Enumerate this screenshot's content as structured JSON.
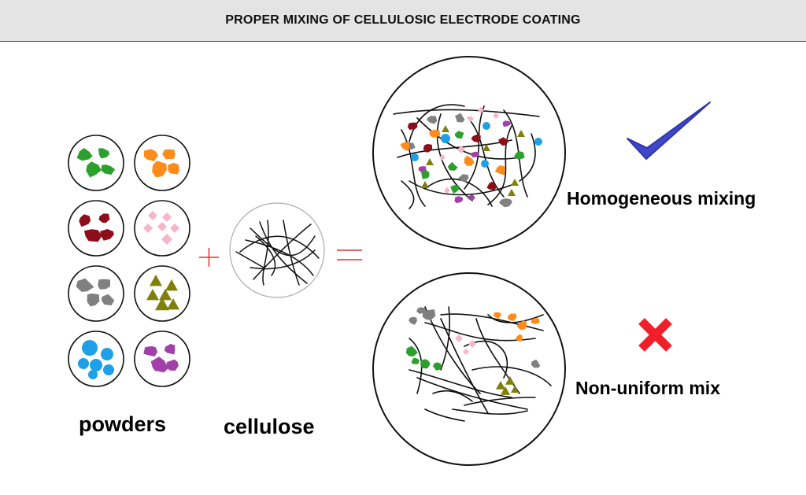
{
  "title": "PROPER MIXING OF CELLULOSIC ELECTRODE COATING",
  "labels": {
    "powders": "powders",
    "cellulose": "cellulose",
    "homogeneous": "Homogeneous mixing",
    "non_uniform": "Non-uniform mix"
  },
  "operators": {
    "plus": "+",
    "equals": "="
  },
  "powder_types": [
    {
      "name": "green-flakes",
      "shape": "blob",
      "color": "#2ca02c"
    },
    {
      "name": "orange-flakes",
      "shape": "blob",
      "color": "#ff8c1a"
    },
    {
      "name": "maroon-flakes",
      "shape": "blob",
      "color": "#8b0e1a"
    },
    {
      "name": "pink-diamonds",
      "shape": "diamond",
      "color": "#f7b6c8"
    },
    {
      "name": "gray-flakes",
      "shape": "blob",
      "color": "#808080"
    },
    {
      "name": "olive-triangles",
      "shape": "triangle",
      "color": "#7f7f0a"
    },
    {
      "name": "blue-spheres",
      "shape": "circle",
      "color": "#1ea0e6"
    },
    {
      "name": "purple-flakes",
      "shape": "blob",
      "color": "#a040a8"
    }
  ],
  "icons": {
    "good": {
      "name": "checkmark-icon",
      "color": "#3f46c8"
    },
    "bad": {
      "name": "cross-icon",
      "color": "#f0202a"
    }
  },
  "colors": {
    "operator": "#e03030"
  }
}
